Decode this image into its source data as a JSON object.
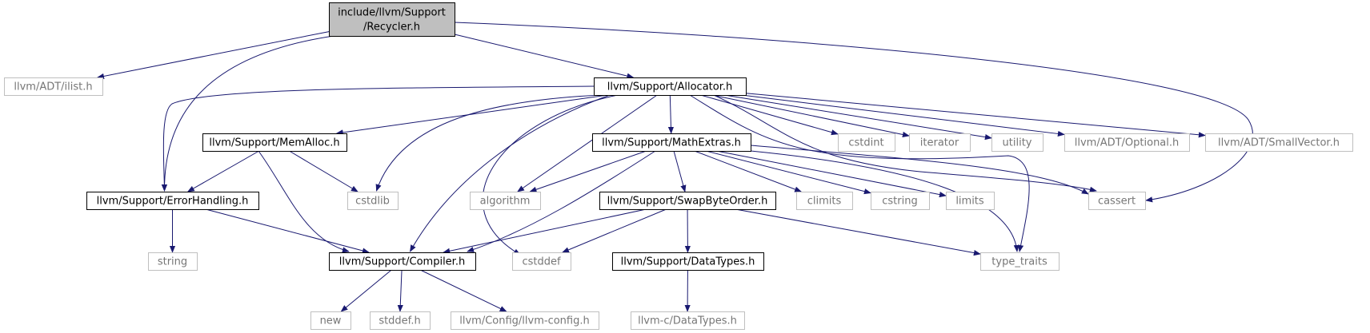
{
  "title": "include/llvm/Support/Recycler.h",
  "colors": {
    "edge": "#191970",
    "root_fill": "#bfbfbf",
    "node_border": "#000000",
    "external_border": "#bfbfbf",
    "external_text": "#767676"
  },
  "nodes": [
    {
      "id": "recycler",
      "label": "include/llvm/Support\n/Recycler.h",
      "kind": "root"
    },
    {
      "id": "ilist",
      "label": "llvm/ADT/ilist.h",
      "kind": "external"
    },
    {
      "id": "allocator",
      "label": "llvm/Support/Allocator.h",
      "kind": "internal"
    },
    {
      "id": "errorhandling",
      "label": "llvm/Support/ErrorHandling.h",
      "kind": "internal"
    },
    {
      "id": "cassert",
      "label": "cassert",
      "kind": "external"
    },
    {
      "id": "memalloc",
      "label": "llvm/Support/MemAlloc.h",
      "kind": "internal"
    },
    {
      "id": "cstdlib",
      "label": "cstdlib",
      "kind": "external"
    },
    {
      "id": "compiler",
      "label": "llvm/Support/Compiler.h",
      "kind": "internal"
    },
    {
      "id": "cstddef",
      "label": "cstddef",
      "kind": "external"
    },
    {
      "id": "algorithm",
      "label": "algorithm",
      "kind": "external"
    },
    {
      "id": "mathextras",
      "label": "llvm/Support/MathExtras.h",
      "kind": "internal"
    },
    {
      "id": "cstdint",
      "label": "cstdint",
      "kind": "external"
    },
    {
      "id": "iterator",
      "label": "iterator",
      "kind": "external"
    },
    {
      "id": "utility",
      "label": "utility",
      "kind": "external"
    },
    {
      "id": "optional",
      "label": "llvm/ADT/Optional.h",
      "kind": "external"
    },
    {
      "id": "smallvector",
      "label": "llvm/ADT/SmallVector.h",
      "kind": "external"
    },
    {
      "id": "type_traits",
      "label": "type_traits",
      "kind": "external"
    },
    {
      "id": "string",
      "label": "string",
      "kind": "external"
    },
    {
      "id": "new",
      "label": "new",
      "kind": "external"
    },
    {
      "id": "stddef",
      "label": "stddef.h",
      "kind": "external"
    },
    {
      "id": "llvmconfig",
      "label": "llvm/Config/llvm-config.h",
      "kind": "external"
    },
    {
      "id": "swapbyteorder",
      "label": "llvm/Support/SwapByteOrder.h",
      "kind": "internal"
    },
    {
      "id": "climits",
      "label": "climits",
      "kind": "external"
    },
    {
      "id": "cstring",
      "label": "cstring",
      "kind": "external"
    },
    {
      "id": "limits",
      "label": "limits",
      "kind": "external"
    },
    {
      "id": "datatypes",
      "label": "llvm/Support/DataTypes.h",
      "kind": "internal"
    },
    {
      "id": "cdatatypes",
      "label": "llvm-c/DataTypes.h",
      "kind": "external"
    }
  ],
  "edges": [
    {
      "from": "recycler",
      "to": "ilist"
    },
    {
      "from": "recycler",
      "to": "allocator"
    },
    {
      "from": "recycler",
      "to": "errorhandling"
    },
    {
      "from": "recycler",
      "to": "cassert"
    },
    {
      "from": "allocator",
      "to": "errorhandling"
    },
    {
      "from": "allocator",
      "to": "memalloc"
    },
    {
      "from": "allocator",
      "to": "cstdlib"
    },
    {
      "from": "allocator",
      "to": "compiler"
    },
    {
      "from": "allocator",
      "to": "cstddef"
    },
    {
      "from": "allocator",
      "to": "algorithm"
    },
    {
      "from": "allocator",
      "to": "mathextras"
    },
    {
      "from": "allocator",
      "to": "cstdint"
    },
    {
      "from": "allocator",
      "to": "iterator"
    },
    {
      "from": "allocator",
      "to": "utility"
    },
    {
      "from": "allocator",
      "to": "optional"
    },
    {
      "from": "allocator",
      "to": "smallvector"
    },
    {
      "from": "allocator",
      "to": "cassert"
    },
    {
      "from": "allocator",
      "to": "type_traits"
    },
    {
      "from": "memalloc",
      "to": "errorhandling"
    },
    {
      "from": "memalloc",
      "to": "cstdlib"
    },
    {
      "from": "memalloc",
      "to": "compiler"
    },
    {
      "from": "errorhandling",
      "to": "compiler"
    },
    {
      "from": "errorhandling",
      "to": "string"
    },
    {
      "from": "compiler",
      "to": "new"
    },
    {
      "from": "compiler",
      "to": "stddef"
    },
    {
      "from": "compiler",
      "to": "llvmconfig"
    },
    {
      "from": "mathextras",
      "to": "algorithm"
    },
    {
      "from": "mathextras",
      "to": "compiler"
    },
    {
      "from": "mathextras",
      "to": "swapbyteorder"
    },
    {
      "from": "mathextras",
      "to": "climits"
    },
    {
      "from": "mathextras",
      "to": "cstring"
    },
    {
      "from": "mathextras",
      "to": "limits"
    },
    {
      "from": "mathextras",
      "to": "cassert"
    },
    {
      "from": "mathextras",
      "to": "type_traits"
    },
    {
      "from": "swapbyteorder",
      "to": "compiler"
    },
    {
      "from": "swapbyteorder",
      "to": "cstddef"
    },
    {
      "from": "swapbyteorder",
      "to": "datatypes"
    },
    {
      "from": "swapbyteorder",
      "to": "type_traits"
    },
    {
      "from": "datatypes",
      "to": "cdatatypes"
    }
  ]
}
